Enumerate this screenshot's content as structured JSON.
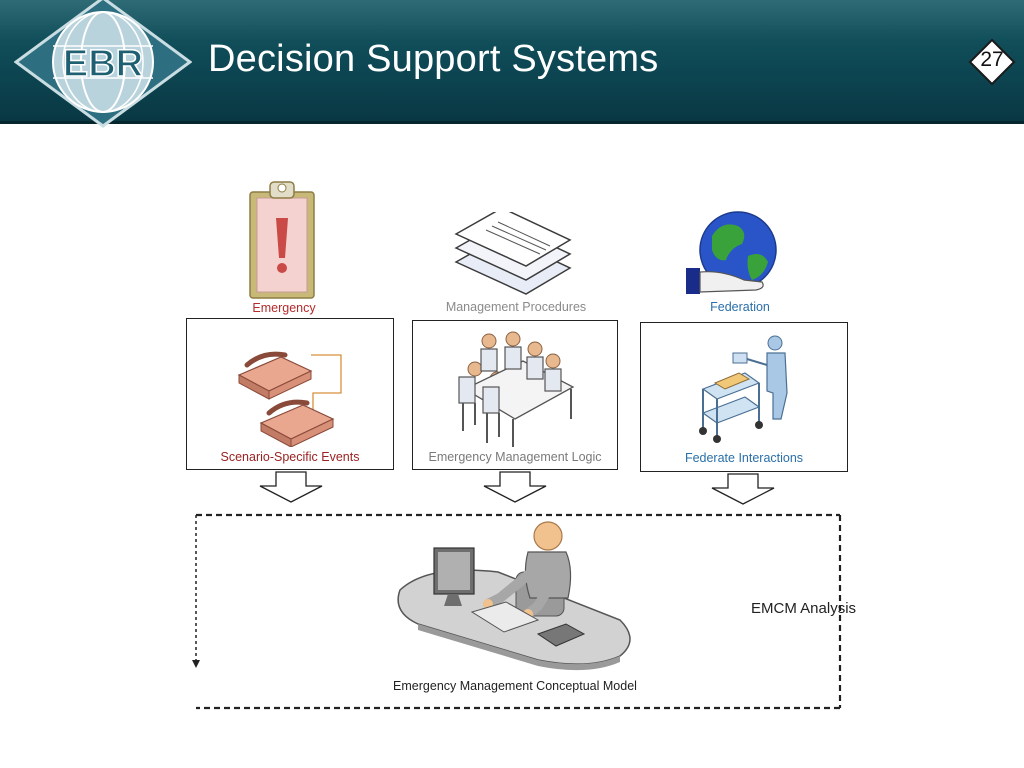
{
  "header": {
    "title": "Decision Support Systems",
    "page_number": "27",
    "logo_text": "EBR"
  },
  "diagram": {
    "sources": [
      {
        "label": "Emergency",
        "icon": "clipboard-alert-icon"
      },
      {
        "label": "Management Procedures",
        "icon": "document-stack-icon"
      },
      {
        "label": "Federation",
        "icon": "globe-hand-icon"
      }
    ],
    "boxes": [
      {
        "label": "Scenario-Specific Events",
        "icon": "telephones-icon"
      },
      {
        "label": "Emergency Management Logic",
        "icon": "meeting-table-icon"
      },
      {
        "label": "Federate Interactions",
        "icon": "cart-worker-icon"
      }
    ],
    "model": {
      "label": "Emergency Management Conceptual Model",
      "icon": "analyst-workstation-icon"
    },
    "analysis_label": "EMCM Analysis"
  },
  "colors": {
    "header_bg": "#0d4753",
    "emergency_label": "#b52a2a",
    "procedures_label": "#8a8a8a",
    "federation_label": "#2a6fa8"
  }
}
